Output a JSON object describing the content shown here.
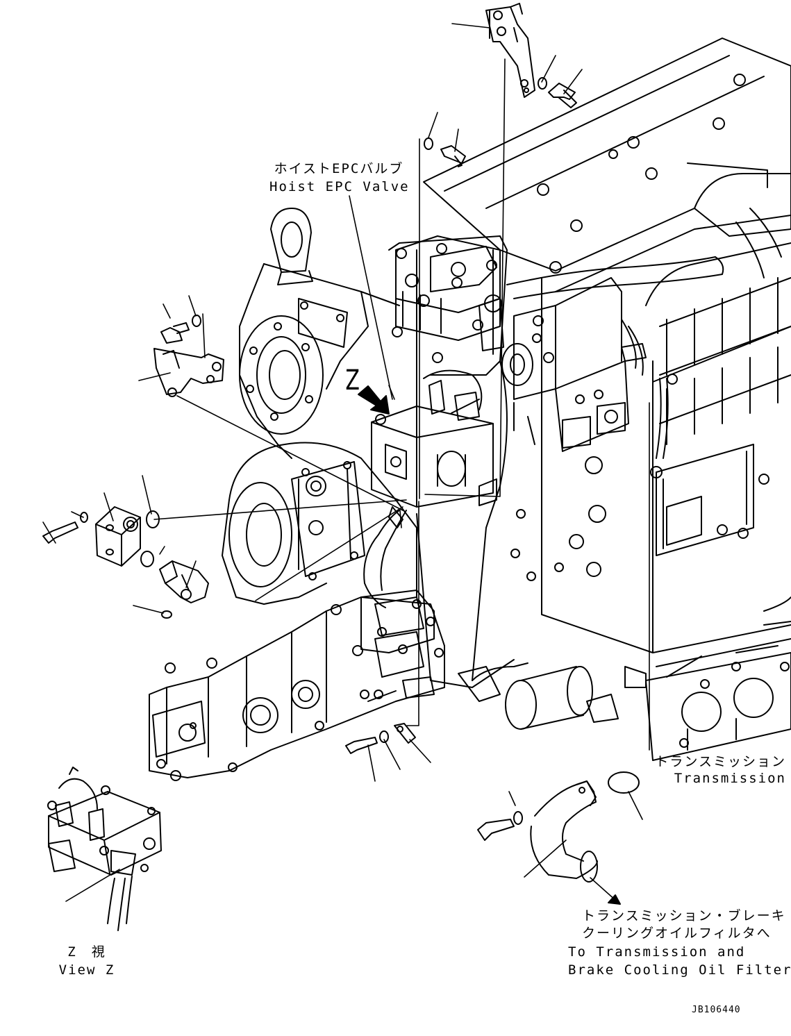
{
  "labels": {
    "hoist_valve": {
      "jp": "ホイストEPCバルブ",
      "en": "Hoist EPC Valve"
    },
    "view_marker": "Z",
    "transmission": {
      "jp": "トランスミッション",
      "en": "Transmission"
    },
    "cooling_filter": {
      "jp_line1": "トランスミッション・ブレーキ",
      "jp_line2": "クーリングオイルフィルタへ",
      "en_line1": "To Transmission and",
      "en_line2": "Brake Cooling Oil Filter"
    },
    "view_z": {
      "jp": "Z　視",
      "en": "View Z"
    }
  },
  "drawing_number": "JB106440",
  "colors": {
    "ink": "#000000",
    "paper": "#ffffff"
  }
}
